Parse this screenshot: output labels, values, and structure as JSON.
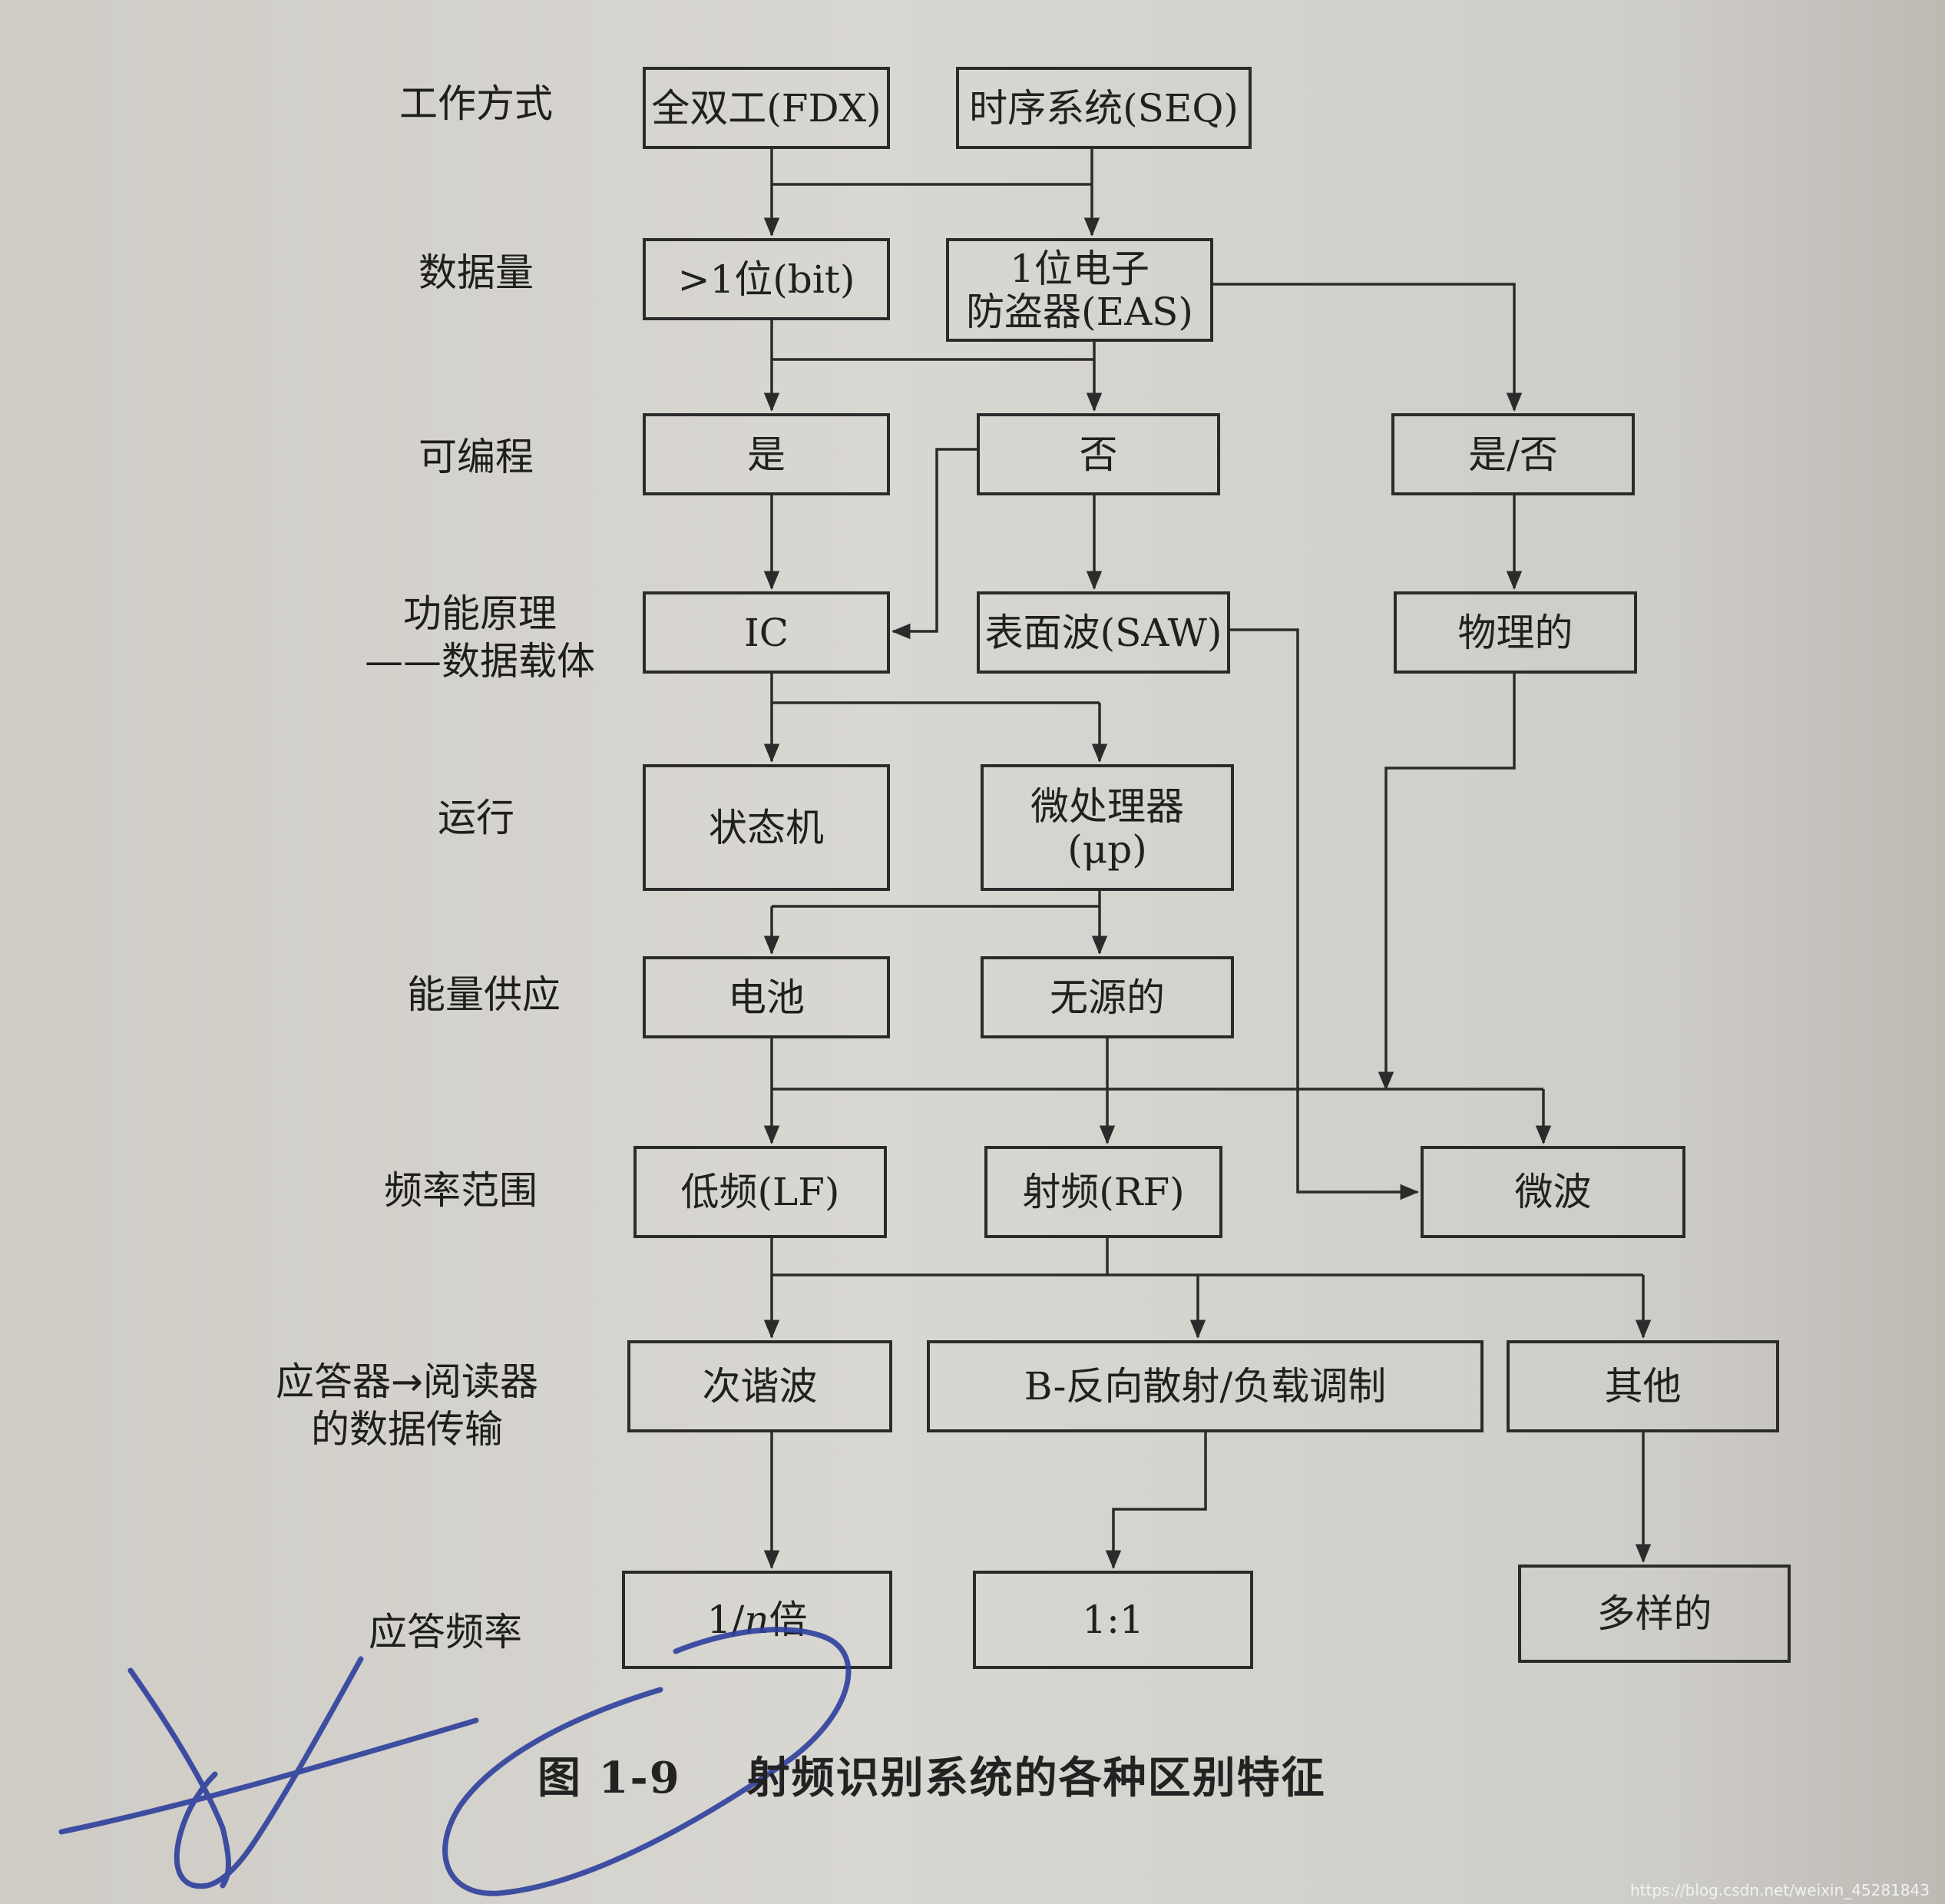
{
  "rows": {
    "work_mode": "工作方式",
    "data_amount": "数据量",
    "programmable": "可编程",
    "principle": "功能原理\n——数据载体",
    "operation": "运行",
    "power": "能量供应",
    "frequency": "频率范围",
    "transfer": "应答器→阅读器\n的数据传输",
    "response": "应答频率"
  },
  "nodes": {
    "fdx": "全双工(FDX)",
    "seq": "时序系统(SEQ)",
    "multibit": ">1位(bit)",
    "eas": "1位电子\n防盗器(EAS)",
    "yes": "是",
    "no": "否",
    "yesno": "是/否",
    "ic": "IC",
    "saw": "表面波(SAW)",
    "physical": "物理的",
    "state_machine": "状态机",
    "microprocessor": "微处理器\n(μp)",
    "battery": "电池",
    "passive": "无源的",
    "lf": "低频(LF)",
    "rf": "射频(RF)",
    "microwave": "微波",
    "subharmonic": "次谐波",
    "backscatter": "B-反向散射/负载调制",
    "other": "其他",
    "one_over_n": "1/n倍",
    "one_to_one": "1:1",
    "various": "多样的"
  },
  "caption": "图 1-9    射频识别系统的各种区别特征",
  "watermark": "https://blog.csdn.net/weixin_45281843",
  "colors": {
    "paper": "#d4d2cd",
    "ink": "#2b2b2b",
    "pen": "#2d3f9c",
    "watermark": "#f2f2f2"
  }
}
